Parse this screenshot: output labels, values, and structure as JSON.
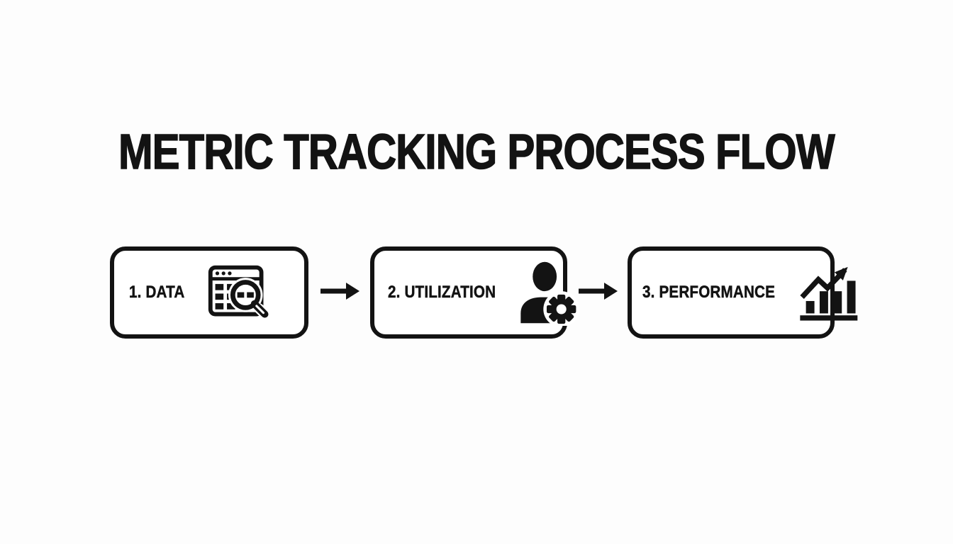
{
  "page": {
    "background": "#fdfdfd",
    "ink": "#131313",
    "box_fill": "#ffffff"
  },
  "title": "METRIC TRACKING PROCESS FLOW",
  "flow": {
    "steps": [
      {
        "label": "1. DATA",
        "icon": "spreadsheet-magnifier-icon"
      },
      {
        "label": "2. UTILIZATION",
        "icon": "user-gear-icon"
      },
      {
        "label": "3. PERFORMANCE",
        "icon": "bar-chart-growth-icon"
      }
    ],
    "connector": "arrow-right-icon"
  }
}
